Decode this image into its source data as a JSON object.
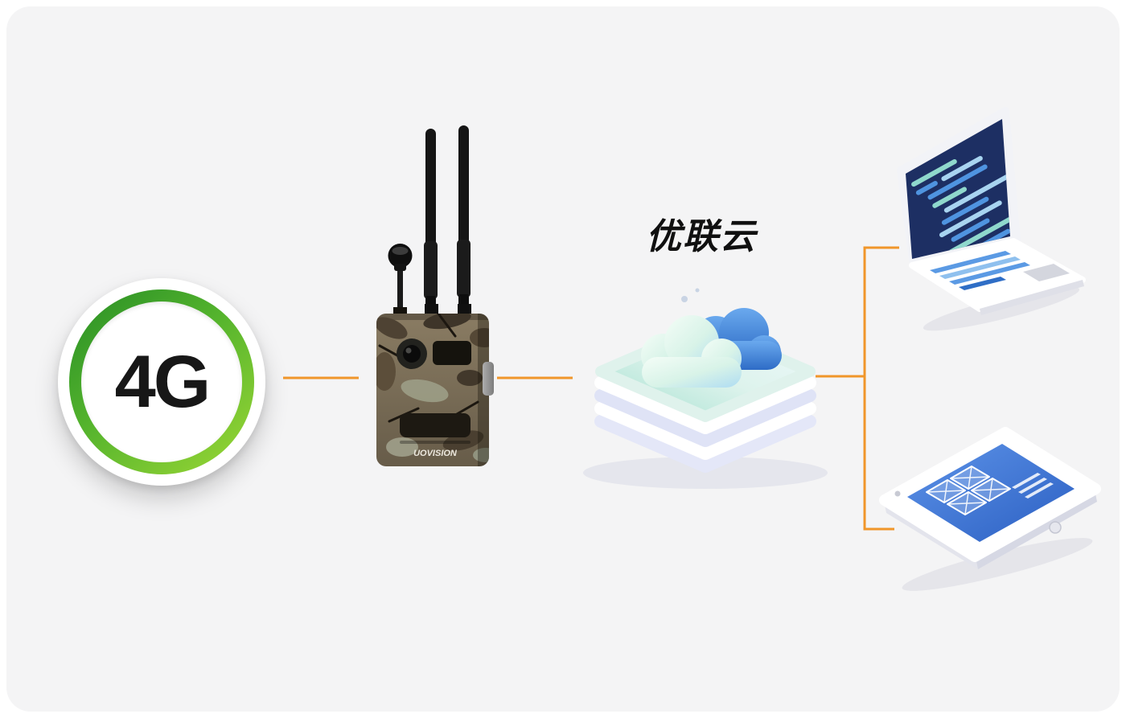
{
  "page": {
    "background": "#FFFFFF",
    "panel_background": "#F4F4F5"
  },
  "diagram": {
    "connector_color": "#F0962A",
    "nodes": {
      "network": {
        "label": "4G",
        "ring_color_dark": "#2F9427",
        "ring_color_light": "#8FD134"
      },
      "camera": {
        "brand": "UOVISION"
      },
      "cloud": {
        "label": "优联云",
        "cloud_blue": "#2E6CC6",
        "cloud_light": "#D8F3E8"
      },
      "laptop": {
        "screen_color": "#1D2F63"
      },
      "tablet": {
        "screen_color": "#2B5FC2"
      }
    },
    "edges": [
      {
        "from": "network",
        "to": "camera"
      },
      {
        "from": "camera",
        "to": "cloud"
      },
      {
        "from": "cloud",
        "to": "laptop"
      },
      {
        "from": "cloud",
        "to": "tablet"
      }
    ]
  }
}
